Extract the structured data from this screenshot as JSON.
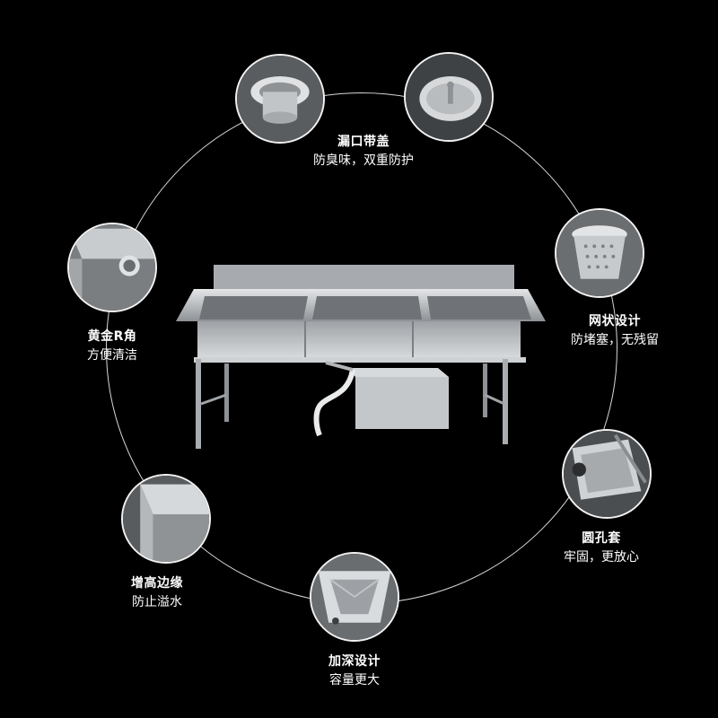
{
  "features": [
    {
      "id": "drain-lid",
      "title": "漏口带盖",
      "desc": "防臭味，双重防护",
      "icon": "drain-with-lid-icon"
    },
    {
      "id": "mesh-basket",
      "title": "网状设计",
      "desc": "防堵塞，无残留",
      "icon": "mesh-strainer-icon"
    },
    {
      "id": "round-hole",
      "title": "圆孔套",
      "desc": "牢固，更放心",
      "icon": "round-hole-sleeve-icon"
    },
    {
      "id": "deep-basin",
      "title": "加深设计",
      "desc": "容量更大",
      "icon": "deep-basin-icon"
    },
    {
      "id": "raised-edge",
      "title": "增高边缘",
      "desc": "防止溢水",
      "icon": "raised-edge-icon"
    },
    {
      "id": "r-corner",
      "title": "黄金R角",
      "desc": "方便清洁",
      "icon": "r-corner-icon"
    }
  ],
  "colors": {
    "background": "#000000",
    "ring": "#d8d8d8",
    "text": "#ffffff",
    "steel": "#b9bcbf"
  }
}
